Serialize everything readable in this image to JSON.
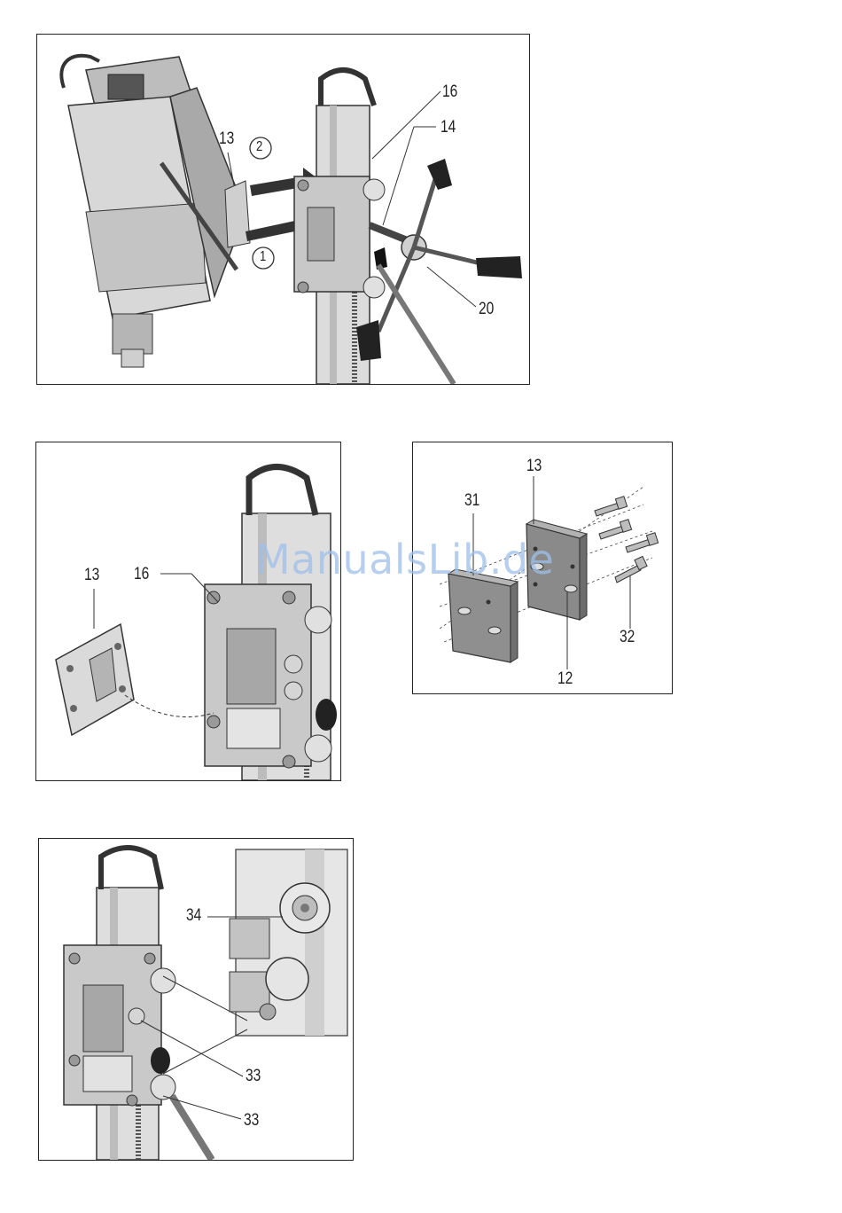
{
  "figure1": {
    "callouts": [
      "16",
      "14",
      "13",
      "2",
      "1",
      "20"
    ]
  },
  "figure2": {
    "callouts": [
      "13",
      "16"
    ]
  },
  "figure3": {
    "callouts": [
      "13",
      "31",
      "32",
      "12"
    ]
  },
  "figure4": {
    "callouts": [
      "34",
      "33",
      "33"
    ]
  },
  "watermark": "ManualsLib.de"
}
